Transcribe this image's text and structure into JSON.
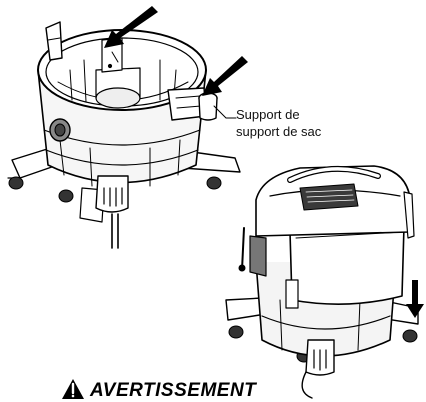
{
  "callout": {
    "line1": "Support de",
    "line2": "support de sac"
  },
  "warning": {
    "title": "AVERTISSEMENT",
    "icon": "warning-triangle-icon"
  },
  "colors": {
    "ink": "#000000",
    "paper": "#ffffff",
    "shade": "#bfbfbf",
    "dark": "#3a3a3a"
  }
}
